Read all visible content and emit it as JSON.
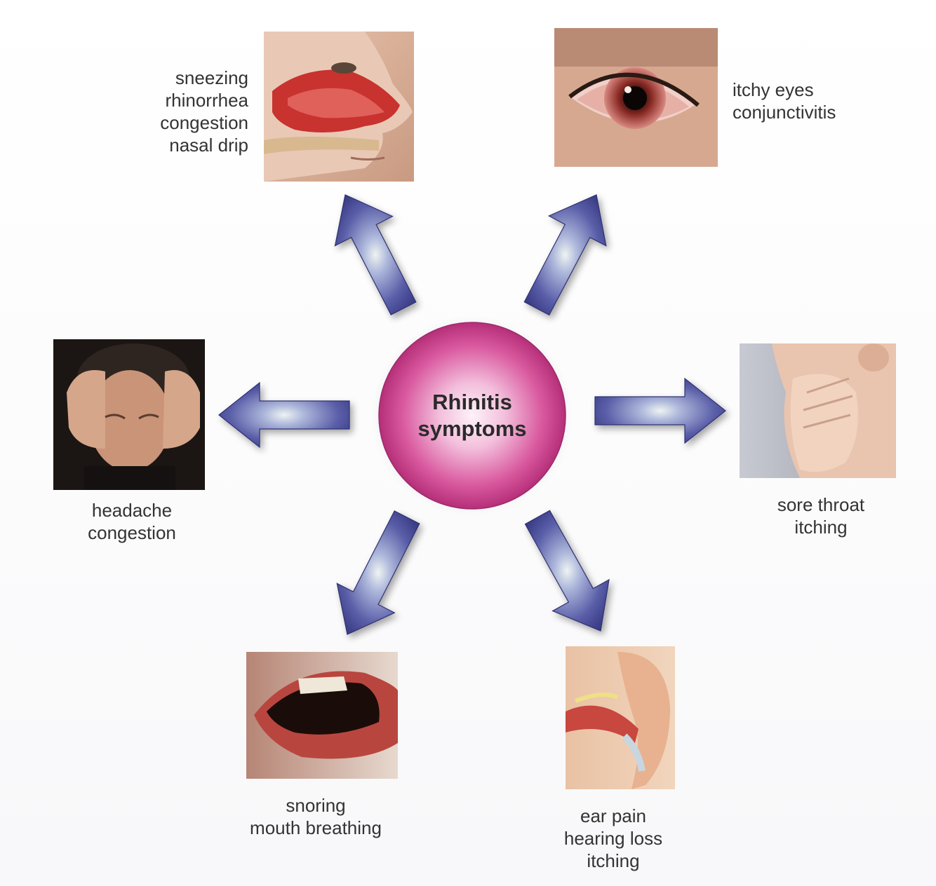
{
  "center": {
    "line1": "Rhinitis",
    "line2": "symptoms"
  },
  "nose": {
    "lines": [
      "sneezing",
      "rhinorrhea",
      "congestion",
      "nasal drip"
    ]
  },
  "eye": {
    "lines": [
      "itchy eyes",
      "conjunctivitis"
    ]
  },
  "head": {
    "lines": [
      "headache",
      "congestion"
    ]
  },
  "throat": {
    "lines": [
      "sore throat",
      "itching"
    ]
  },
  "mouth": {
    "lines": [
      "snoring",
      "mouth breathing"
    ]
  },
  "ear": {
    "lines": [
      "ear pain",
      "hearing loss",
      "itching"
    ]
  },
  "colors": {
    "circle_center": "#fbe3f0",
    "circle_edge": "#c2337f",
    "arrow_dark": "#3c3f8f",
    "arrow_light": "#dfe6ee",
    "text": "#333333"
  },
  "icons": {
    "nose": "nose-cross-section-illustration",
    "eye": "red-eye-photo",
    "head": "man-with-headache-photo",
    "throat": "hand-on-throat-photo",
    "mouth": "open-mouth-photo",
    "ear": "ear-cross-section-illustration"
  }
}
